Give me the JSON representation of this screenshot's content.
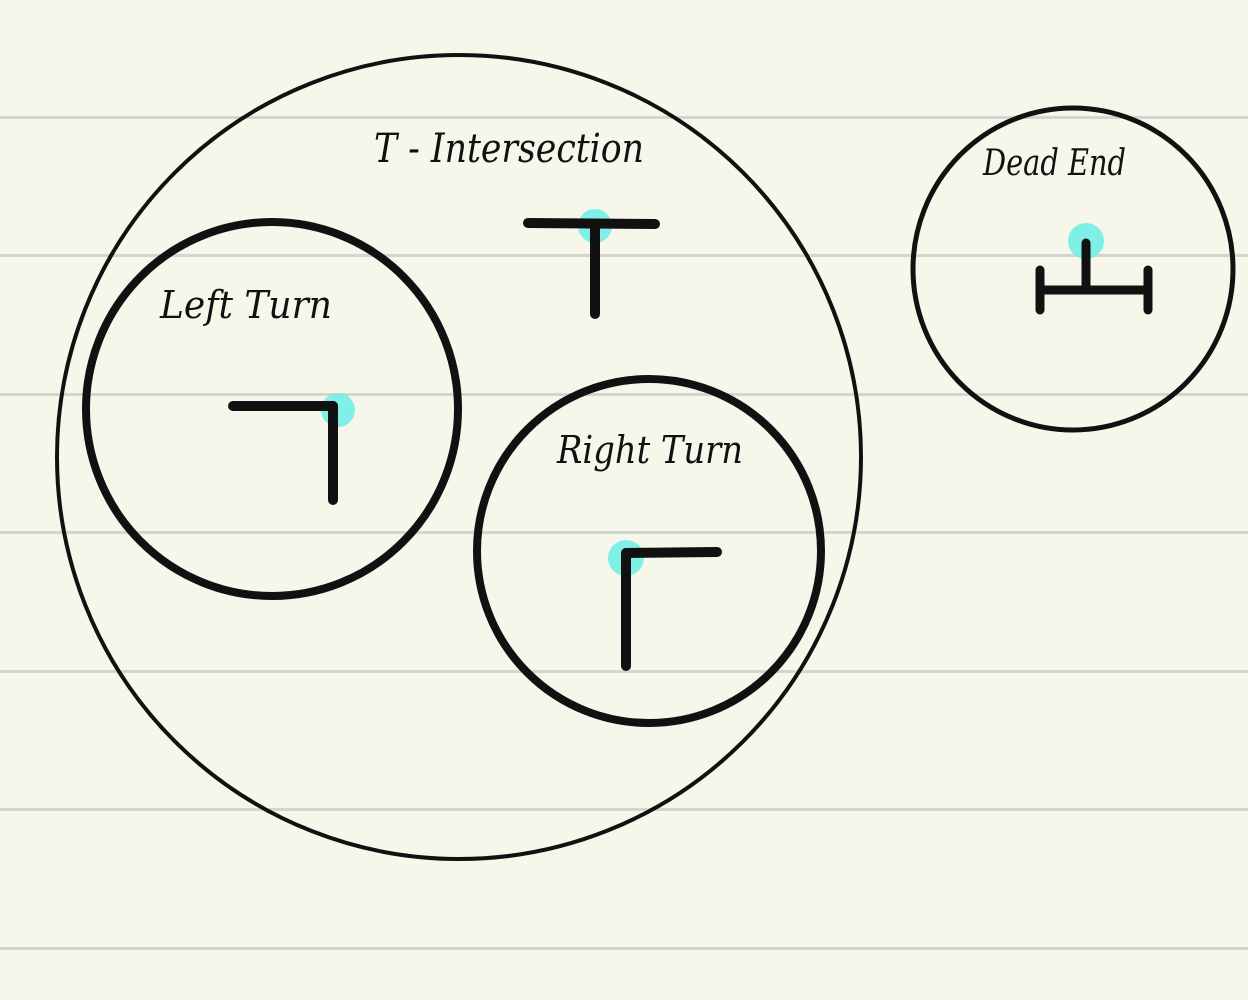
{
  "labels": {
    "t_intersection": "T - Intersection",
    "left_turn": "Left Turn",
    "right_turn": "Right Turn",
    "dead_end": "Dead End"
  },
  "colors": {
    "paper": "#f7f6eb",
    "rule_line": "#d4d4d0",
    "ink": "#111111",
    "highlight": "#72f0e6"
  }
}
